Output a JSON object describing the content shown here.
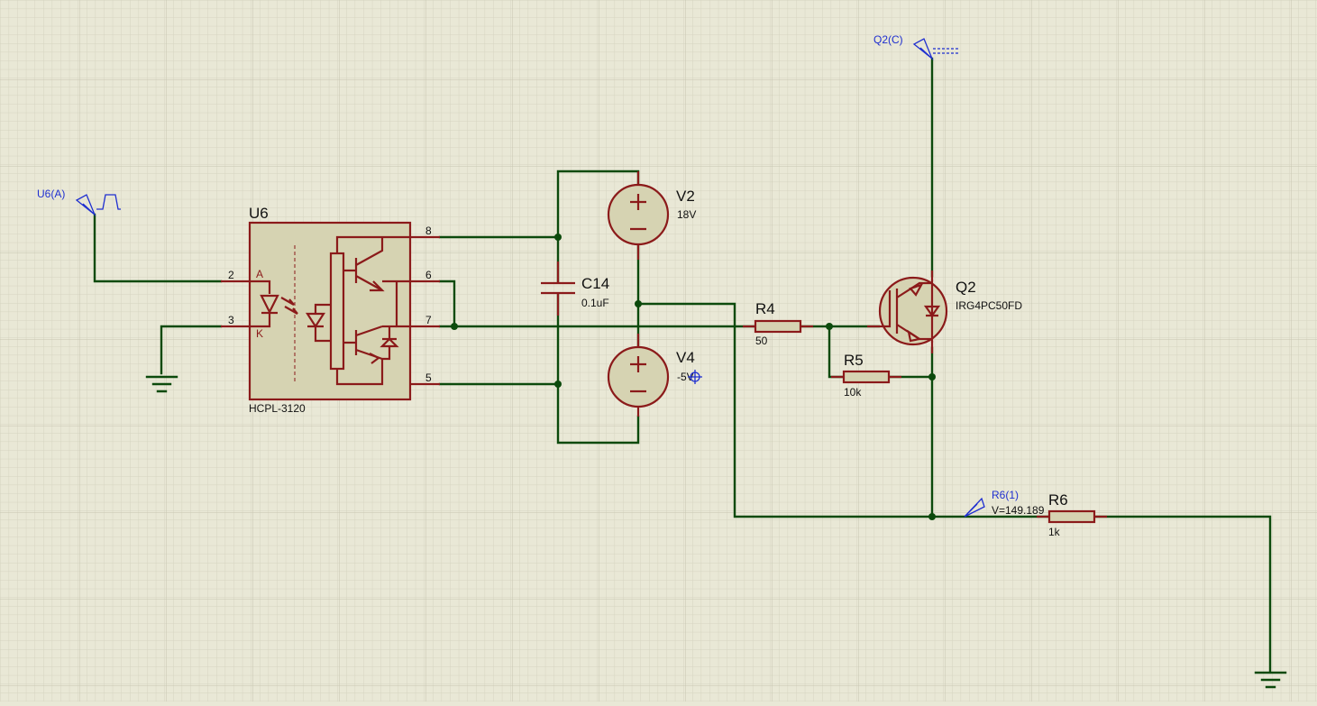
{
  "colors": {
    "background": "#e9e8d6",
    "grid_minor": "#d5d4c0",
    "grid_major": "#c6c5b0",
    "wire": "#0c4a0c",
    "component": "#8b1a1a",
    "component_fill": "#d6d3b2",
    "probe": "#1f2fd0"
  },
  "components": {
    "u6": {
      "ref": "U6",
      "value": "HCPL-3120",
      "pins": {
        "p2": "2",
        "p3": "3",
        "p8": "8",
        "p6": "6",
        "p7": "7",
        "p5": "5"
      },
      "pin_names": {
        "a": "A",
        "k": "K"
      }
    },
    "v2": {
      "ref": "V2",
      "value": "18V"
    },
    "v4": {
      "ref": "V4",
      "value": "-5V"
    },
    "c14": {
      "ref": "C14",
      "value": "0.1uF"
    },
    "r4": {
      "ref": "R4",
      "value": "50"
    },
    "r5": {
      "ref": "R5",
      "value": "10k"
    },
    "r6": {
      "ref": "R6",
      "value": "1k"
    },
    "q2": {
      "ref": "Q2",
      "value": "IRG4PC50FD"
    }
  },
  "probes": {
    "u6a": {
      "label": "U6(A)"
    },
    "q2c": {
      "label": "Q2(C)"
    },
    "r6_1": {
      "label": "R6(1)",
      "reading": "V=149.189"
    }
  }
}
